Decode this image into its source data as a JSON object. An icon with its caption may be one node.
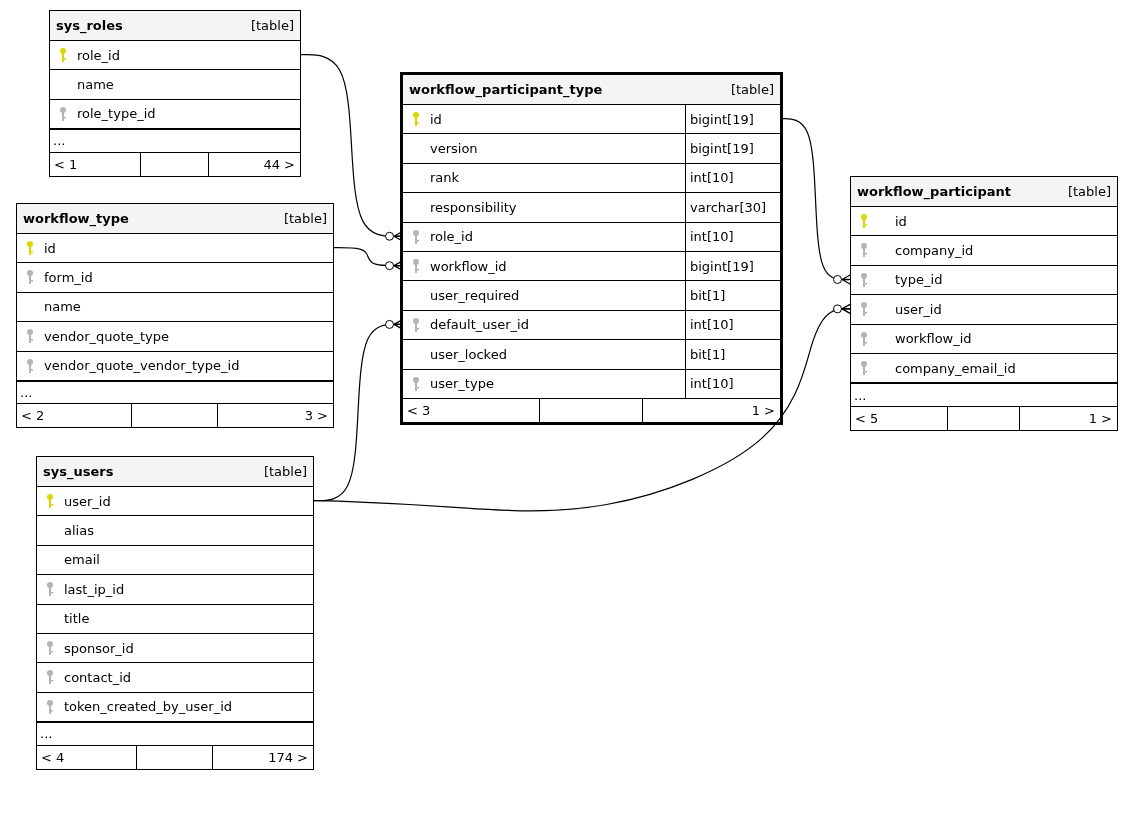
{
  "diagram": {
    "nodes": [
      {
        "text": [
          "sys_roles",
          "[table]"
        ]
      },
      {
        "text": [
          "role_id"
        ],
        "in": 0
      },
      {
        "text": [
          "name"
        ],
        "in": 0
      },
      {
        "text": [
          "role_type_id"
        ],
        "in": 0
      },
      {
        "text": [
          "..."
        ],
        "in": 0
      },
      {
        "text": [
          "< 1",
          "44 >"
        ],
        "in": 0
      },
      {
        "text": [
          "workflow_type",
          "[table]"
        ]
      },
      {
        "text": [
          "id"
        ],
        "in": 6
      },
      {
        "text": [
          "form_id"
        ],
        "in": 6
      },
      {
        "text": [
          "name"
        ],
        "in": 6
      },
      {
        "text": [
          "vendor_quote_type"
        ],
        "in": 6
      },
      {
        "text": [
          "vendor_quote_vendor_type_id"
        ],
        "in": 6
      },
      {
        "text": [
          "..."
        ],
        "in": 6
      },
      {
        "text": [
          "< 2",
          "3 >"
        ],
        "in": 6
      },
      {
        "text": [
          "sys_users",
          "[table]"
        ]
      },
      {
        "text": [
          "user_id"
        ],
        "in": 14
      },
      {
        "text": [
          "alias"
        ],
        "in": 14
      },
      {
        "text": [
          "email"
        ],
        "in": 14
      },
      {
        "text": [
          "last_ip_id"
        ],
        "in": 14
      },
      {
        "text": [
          "title"
        ],
        "in": 14
      },
      {
        "text": [
          "sponsor_id"
        ],
        "in": 14
      },
      {
        "text": [
          "contact_id"
        ],
        "in": 14
      },
      {
        "text": [
          "token_created_by_user_id"
        ],
        "in": 14
      },
      {
        "text": [
          "..."
        ],
        "in": 14
      },
      {
        "text": [
          "< 4",
          "174 >"
        ],
        "in": 14
      },
      {
        "text": [
          "workflow_participant_type",
          "[table]"
        ]
      },
      {
        "text": [
          "id",
          "bigint[19]"
        ],
        "in": 25
      },
      {
        "text": [
          "version",
          "bigint[19]"
        ],
        "in": 25
      },
      {
        "text": [
          "rank",
          "int[10]"
        ],
        "in": 25
      },
      {
        "text": [
          "responsibility",
          "varchar[30]"
        ],
        "in": 25
      },
      {
        "text": [
          "role_id",
          "int[10]"
        ],
        "in": 25
      },
      {
        "text": [
          "workflow_id",
          "bigint[19]"
        ],
        "in": 25
      },
      {
        "text": [
          "user_required",
          "bit[1]"
        ],
        "in": 25
      },
      {
        "text": [
          "default_user_id",
          "int[10]"
        ],
        "in": 25
      },
      {
        "text": [
          "user_locked",
          "bit[1]"
        ],
        "in": 25
      },
      {
        "text": [
          "user_type",
          "int[10]"
        ],
        "in": 25
      },
      {
        "text": [
          "< 3",
          "1 >"
        ],
        "in": 25
      },
      {
        "text": [
          "workflow_participant",
          "[table]"
        ]
      },
      {
        "text": [
          "id"
        ],
        "in": 37
      },
      {
        "text": [
          "company_id"
        ],
        "in": 37
      },
      {
        "text": [
          "type_id"
        ],
        "in": 37
      },
      {
        "text": [
          "user_id"
        ],
        "in": 37
      },
      {
        "text": [
          "workflow_id"
        ],
        "in": 37
      },
      {
        "text": [
          "company_email_id"
        ],
        "in": 37
      },
      {
        "text": [
          "..."
        ],
        "in": 37
      },
      {
        "text": [
          "< 5",
          "1 >"
        ],
        "in": 37
      }
    ],
    "edges": [
      {
        "from": 1,
        "to": 30,
        "arrow": "other"
      },
      {
        "from": 7,
        "to": 31,
        "arrow": "other"
      },
      {
        "from": 15,
        "to": 33,
        "arrow": "other"
      },
      {
        "from": 26,
        "to": 40,
        "arrow": "other"
      },
      {
        "from": 15,
        "to": 41,
        "arrow": "other"
      }
    ]
  }
}
